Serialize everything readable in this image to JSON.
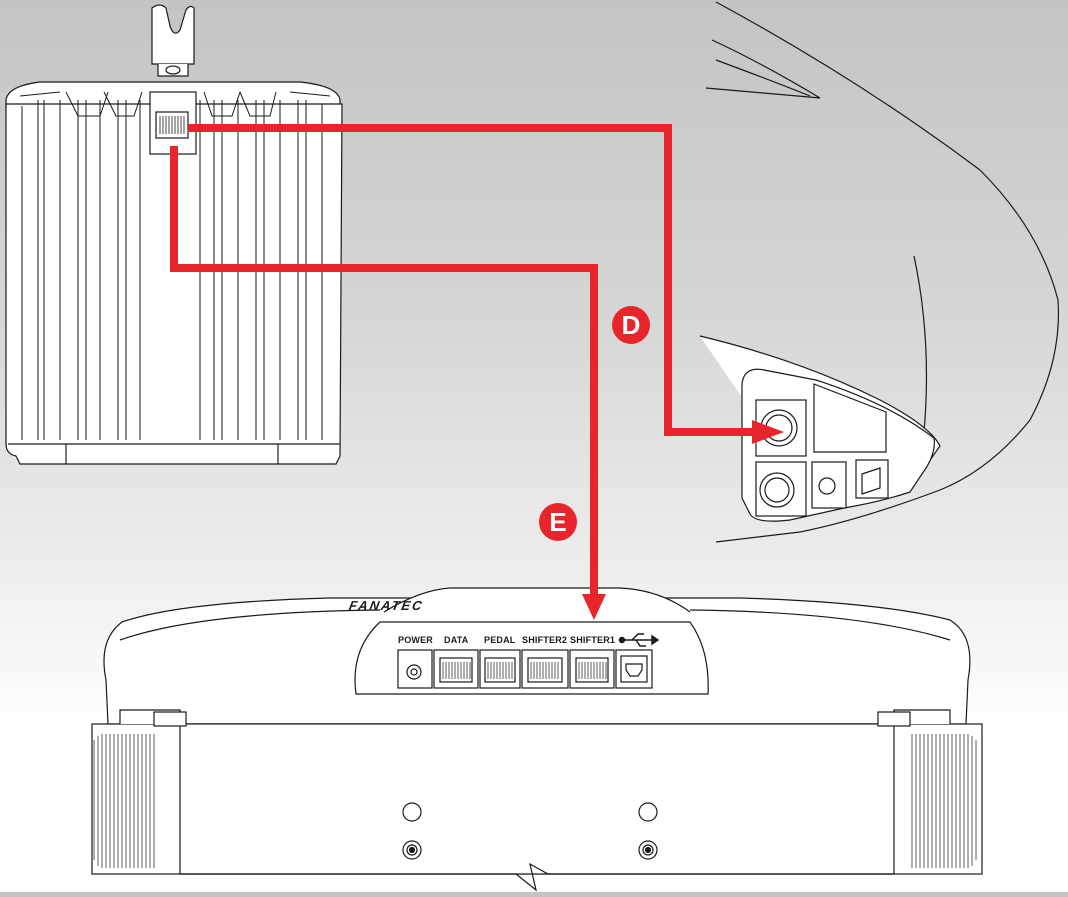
{
  "colors": {
    "connection_line": "#e8252a",
    "marker_fill": "#e8252a",
    "outline": "#1a1a1a"
  },
  "markers": [
    {
      "id": "D",
      "label": "D"
    },
    {
      "id": "E",
      "label": "E"
    }
  ],
  "base_ports": [
    {
      "label": "POWER",
      "icon": "power-jack-icon"
    },
    {
      "label": "DATA",
      "icon": "rj-jack-icon"
    },
    {
      "label": "PEDAL",
      "icon": "rj-jack-icon"
    },
    {
      "label": "SHIFTER2",
      "icon": "rj-jack-icon"
    },
    {
      "label": "SHIFTER1",
      "icon": "rj-jack-icon"
    },
    {
      "label": "",
      "icon": "usb-icon"
    }
  ],
  "brand_logo": {
    "text": "FANATEC"
  }
}
